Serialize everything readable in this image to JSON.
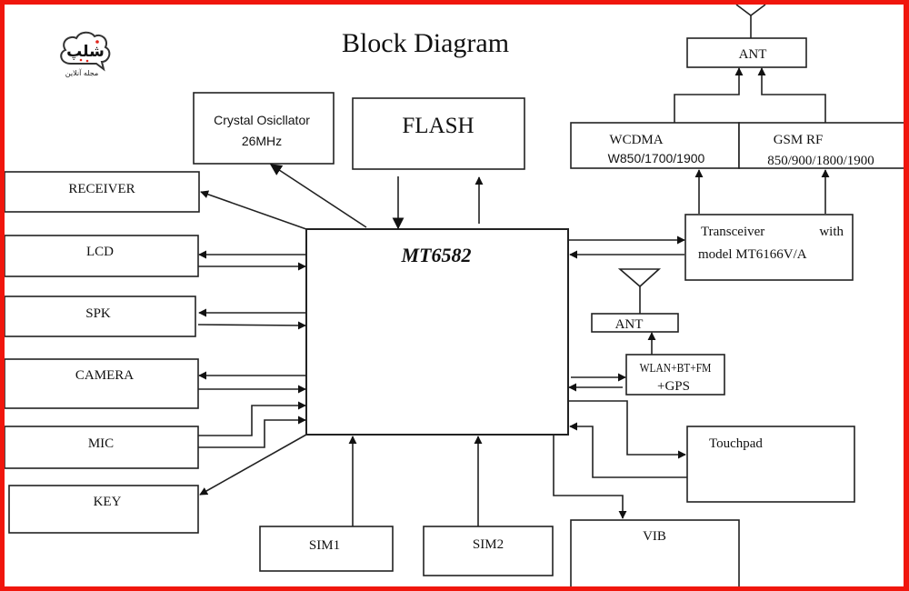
{
  "title": "Block Diagram",
  "logo": {
    "main": "شلپ",
    "sub": "مجله آنلاین",
    "accent_color": "#e0241b"
  },
  "colors": {
    "frame": "#f0160d",
    "line": "#222222",
    "background": "#ffffff"
  },
  "blocks": {
    "cpu": {
      "label": "MT6582"
    },
    "crystal": {
      "line1": "Crystal Osicllator",
      "line2": "26MHz"
    },
    "flash": {
      "label": "FLASH"
    },
    "receiver": {
      "label": "RECEIVER"
    },
    "lcd": {
      "label": "LCD"
    },
    "spk": {
      "label": "SPK"
    },
    "camera": {
      "label": "CAMERA"
    },
    "mic": {
      "label": "MIC"
    },
    "key": {
      "label": "KEY"
    },
    "sim1": {
      "label": "SIM1"
    },
    "sim2": {
      "label": "SIM2"
    },
    "ant_top": {
      "label": "ANT"
    },
    "wcdma": {
      "line1": "WCDMA",
      "line2": "W850/1700/1900"
    },
    "gsm": {
      "line1": "GSM RF",
      "line2": "850/900/1800/1900"
    },
    "transceiver": {
      "line1a": "Transceiver",
      "line1b": "with",
      "line2": "model MT6166V/A"
    },
    "ant_wlan": {
      "label": "ANT"
    },
    "wlan": {
      "line1": "WLAN+BT+FM",
      "line2": "+GPS"
    },
    "touchpad": {
      "label": "Touchpad"
    },
    "vib": {
      "label": "VIB"
    }
  }
}
